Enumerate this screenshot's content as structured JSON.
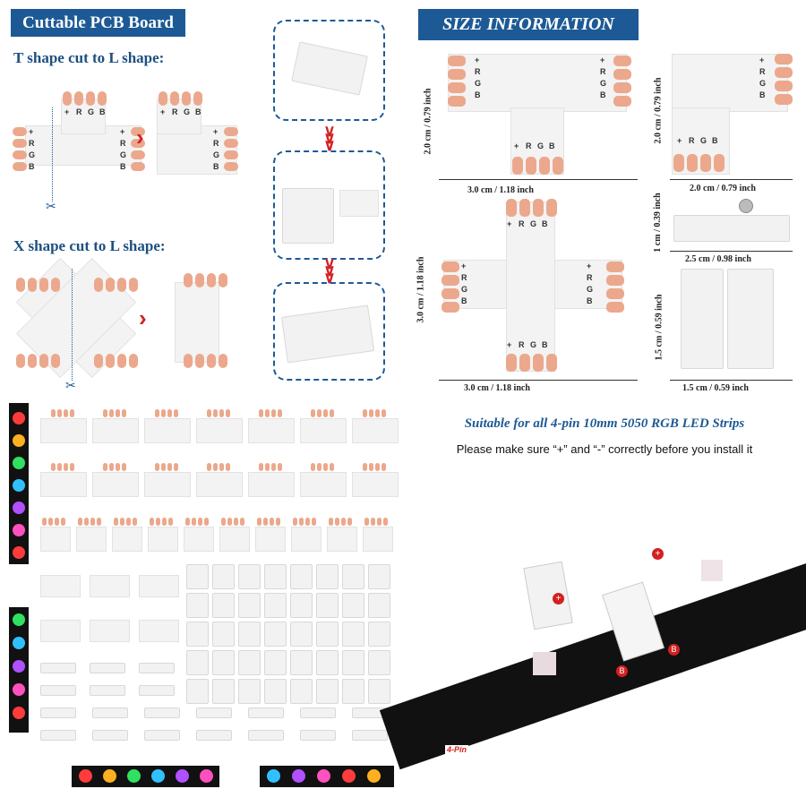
{
  "left_panel": {
    "title": "Cuttable PCB Board",
    "t_heading": "T shape cut to L shape:",
    "x_heading": "X shape cut to L shape:",
    "pins": [
      "+",
      "R",
      "G",
      "B"
    ]
  },
  "size_panel": {
    "title": "SIZE INFORMATION",
    "t_height": "2.0 cm / 0.79 inch",
    "t_width": "3.0 cm / 1.18 inch",
    "l_height": "2.0 cm / 0.79 inch",
    "l_width": "2.0 cm / 0.79 inch",
    "clip_height": "1 cm / 0.39 inch",
    "clip_width": "2.5 cm / 0.98 inch",
    "x_height": "3.0 cm / 1.18 inch",
    "x_width": "3.0 cm / 1.18 inch",
    "conn_height": "1.5 cm / 0.59 inch",
    "conn_width": "1.5 cm / 0.59 inch"
  },
  "install_panel": {
    "headline": "Suitable for all 4-pin 10mm 5050 RGB LED Strips",
    "note": "Please make sure “+” and “-” correctly before you install it",
    "callout_plus": "+",
    "callout_b": "B",
    "pin_label": "4-Pin"
  },
  "colors": {
    "banner": "#1d5a95",
    "pad": "#eba88c",
    "accent_red": "#d42020"
  }
}
